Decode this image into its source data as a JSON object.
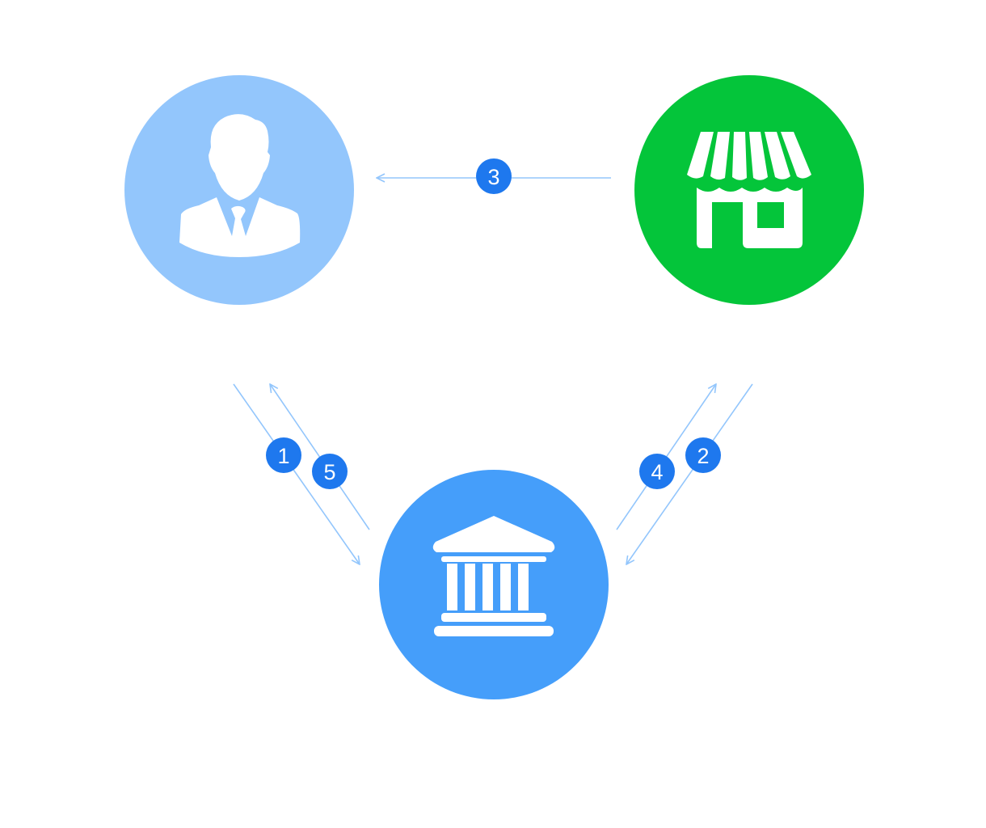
{
  "nodes": {
    "customer": {
      "icon": "person-icon",
      "color": "#93c6fc"
    },
    "merchant": {
      "icon": "storefront-icon",
      "color": "#04c53a"
    },
    "bank": {
      "icon": "bank-icon",
      "color": "#459efa"
    }
  },
  "connector_color": "#93c6fc",
  "badge_color": "#1e78ee",
  "steps": [
    {
      "label": "1",
      "from": "customer",
      "to": "bank"
    },
    {
      "label": "2",
      "from": "merchant",
      "to": "bank"
    },
    {
      "label": "3",
      "from": "merchant",
      "to": "customer"
    },
    {
      "label": "4",
      "from": "bank",
      "to": "merchant"
    },
    {
      "label": "5",
      "from": "bank",
      "to": "customer"
    }
  ]
}
